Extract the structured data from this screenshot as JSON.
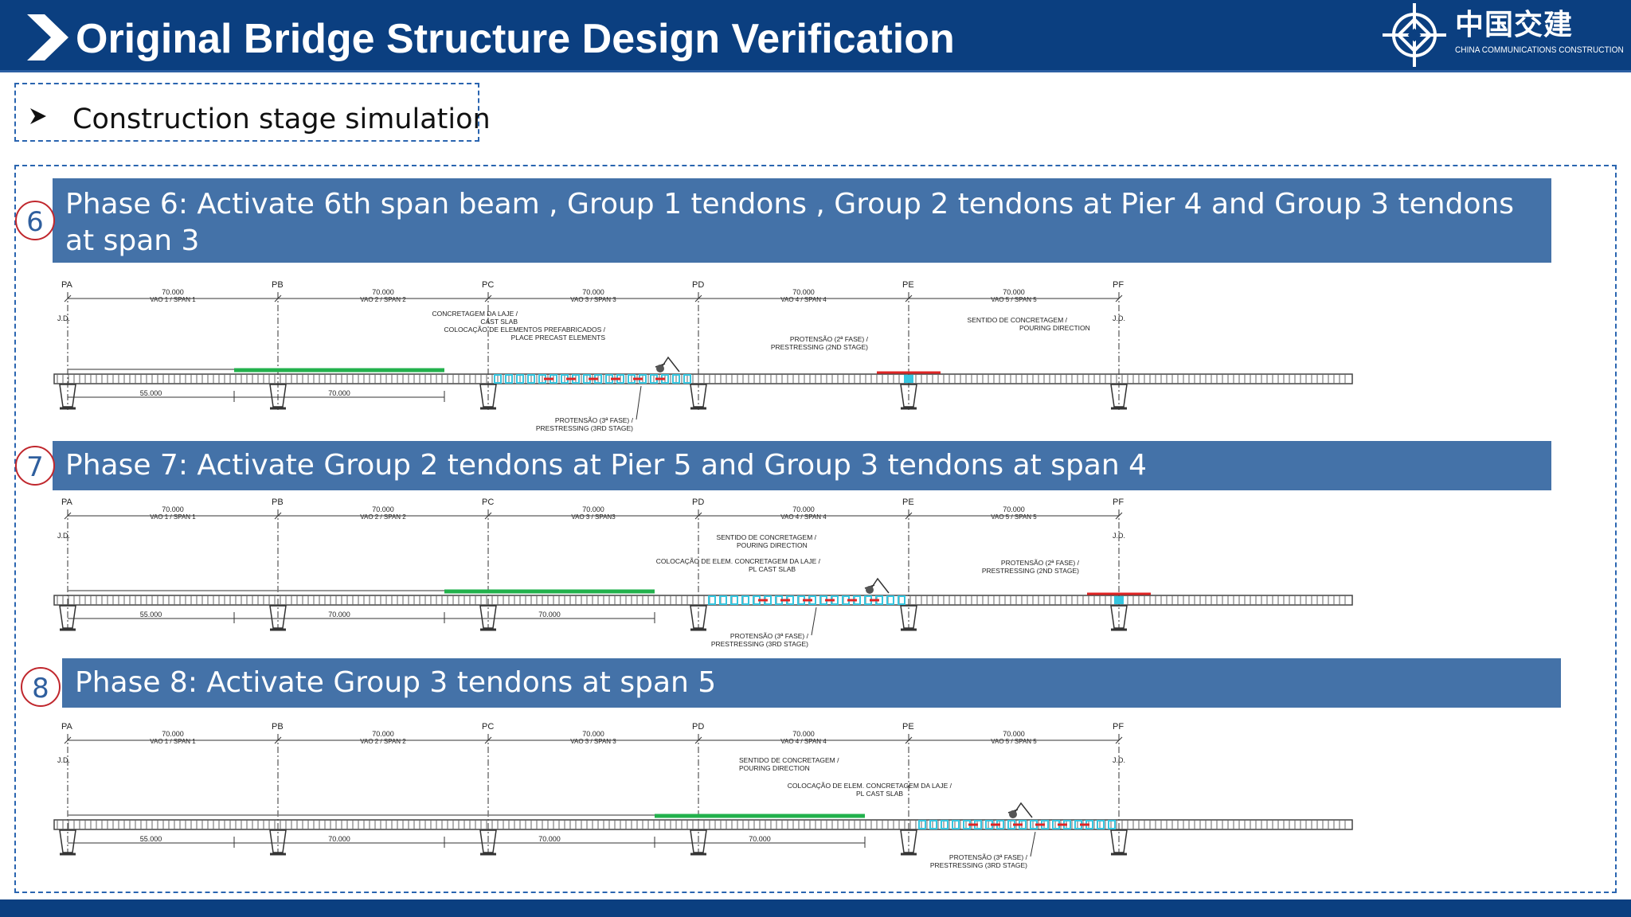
{
  "header": {
    "title": "Original Bridge Structure Design Verification",
    "logo_cn": "中国交建",
    "logo_en": "CHINA COMMUNICATIONS CONSTRUCTION",
    "logo_icon": "cccc-logo-icon",
    "color": "#0b3f80"
  },
  "section": {
    "bullet_icon": "arrow-bullet-icon",
    "subtitle": "Construction stage simulation"
  },
  "phases": [
    {
      "number": "6",
      "text": "Phase 6: Activate  6th span beam , Group 1 tendons , Group 2 tendons at Pier 4 and Group 3 tendons at span 3",
      "drawing": {
        "piers": [
          "PA",
          "PB",
          "PC",
          "PD",
          "PE",
          "PF"
        ],
        "span_dims": [
          "70.000",
          "70.000",
          "70.000",
          "70.000",
          "70.000",
          "70.000"
        ],
        "span_names": [
          "VAO 1 / SPAN 1",
          "VAO 2 / SPAN 2",
          "VAO 3 / SPAN 3",
          "VAO 4 / SPAN 4",
          "VAO 5 / SPAN 5",
          "VAO 5 / SPAN 5"
        ],
        "jd": "J.D.",
        "bottom_dims": [
          "55.000",
          "70.000"
        ],
        "notes": [
          "CONCRETAGEM DA LAJE /",
          "CAST SLAB",
          "COLOCAÇÃO DE ELEMENTOS PREFABRICADOS /",
          "PLACE PRECAST ELEMENTS",
          "PROTENSÃO (2ª FASE) /",
          "PRESTRESSING (2ND STAGE)",
          "SENTIDO DE CONCRETAGEM /",
          "POURING DIRECTION",
          "PROTENSÃO (3ª FASE) /",
          "PRESTRESSING (3RD STAGE)"
        ]
      }
    },
    {
      "number": "7",
      "text": "Phase 7: Activate  Group 2 tendons at Pier 5 and Group 3 tendons at span 4",
      "drawing": {
        "piers": [
          "PA",
          "PB",
          "PC",
          "PD",
          "PE",
          "PF"
        ],
        "span_dims": [
          "70.000",
          "70.000",
          "70.000",
          "70.000",
          "70.000",
          "70.000"
        ],
        "span_names": [
          "VAO 1 / SPAN 1",
          "VAO 2 / SPAN 2",
          "VAO 3 / SPAN3",
          "VAO 4 / SPAN 4",
          "VAO 5 / SPAN 5",
          "VAO 5 / SPAN 5"
        ],
        "jd": "J.D.",
        "bottom_dims": [
          "55.000",
          "70.000",
          "70.000"
        ],
        "notes": [
          "SENTIDO DE CONCRETAGEM /",
          "POURING DIRECTION",
          "COLOCAÇÃO DE ELEM. CONCRETAGEM DA LAJE /",
          "PL          CAST SLAB",
          "PROTENSÃO (2ª FASE) /",
          "PRESTRESSING (2ND STAGE)",
          "PROTENSÃO (3ª FASE) /",
          "PRESTRESSING (3RD STAGE)"
        ]
      }
    },
    {
      "number": "8",
      "text": "Phase 8: Activate  Group 3 tendons at span 5",
      "drawing": {
        "piers": [
          "PA",
          "PB",
          "PC",
          "PD",
          "PE",
          "PF"
        ],
        "span_dims": [
          "70.000",
          "70.000",
          "70.000",
          "70.000",
          "70.000",
          "70.000"
        ],
        "span_names": [
          "VAO 1 / SPAN 1",
          "VAO 2 / SPAN 2",
          "VAO 3 / SPAN 3",
          "VAO 4 / SPAN 4",
          "VAO 5 / SPAN 5",
          "VAO 5 / SPAN 5"
        ],
        "jd": "J.D.",
        "bottom_dims": [
          "55.000",
          "70.000",
          "70.000",
          "70.000"
        ],
        "notes": [
          "SENTIDO DE CONCRETAGEM /",
          "POURING DIRECTION",
          "COLOCAÇÃO DE ELEM. CONCRETAGEM DA LAJE /",
          "PL          CAST SLAB",
          "PROTENSÃO (3ª FASE) /",
          "PRESTRESSING (3RD STAGE)"
        ]
      }
    }
  ],
  "colors": {
    "bar": "#4472a8",
    "circle_border": "#c0272d",
    "new_segment": "#22b14c",
    "tendon": "#e02424",
    "precast": "#35c6e0"
  }
}
